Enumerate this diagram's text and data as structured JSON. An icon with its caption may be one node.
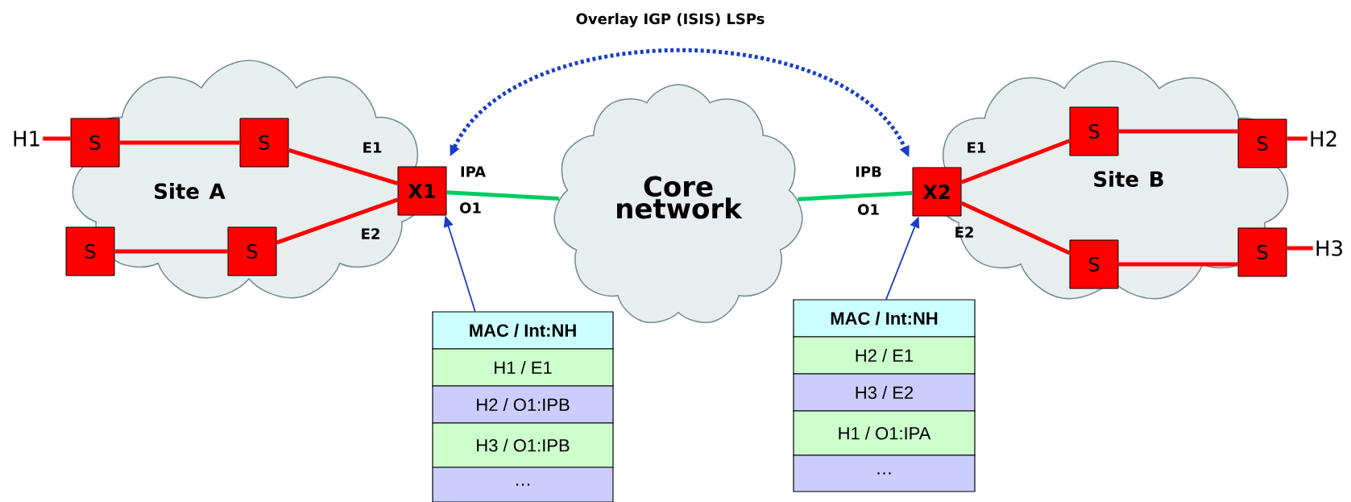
{
  "diagram": {
    "nodes": [
      {
        "text": [
          "Site A"
        ]
      },
      {
        "text": [
          "H1"
        ]
      },
      {
        "text": [
          "S"
        ],
        "in": 0
      },
      {
        "text": [
          "S"
        ],
        "in": 0
      },
      {
        "text": [
          "S"
        ],
        "in": 0
      },
      {
        "text": [
          "S"
        ],
        "in": 0
      },
      {
        "text": [
          "X1"
        ]
      },
      {
        "text": [
          "Core network"
        ]
      },
      {
        "text": [
          "X2"
        ]
      },
      {
        "text": [
          "Site B"
        ]
      },
      {
        "text": [
          "S"
        ],
        "in": 9
      },
      {
        "text": [
          "S"
        ],
        "in": 9
      },
      {
        "text": [
          "S"
        ],
        "in": 9
      },
      {
        "text": [
          "S"
        ],
        "in": 9
      },
      {
        "text": [
          "H2"
        ]
      },
      {
        "text": [
          "H3"
        ]
      },
      {
        "text": [
          "MAC / Int:NH",
          "H1 / E1",
          "H2 / O1:IPB",
          "H3 / O1:IPB",
          "…"
        ]
      },
      {
        "text": [
          "MAC / Int:NH",
          "H2 / E1",
          "H3 / E2",
          "H1 / O1:IPA",
          "…"
        ]
      }
    ],
    "edges": [
      {
        "from": 1,
        "to": 2,
        "arrow": "none"
      },
      {
        "from": 2,
        "to": 3,
        "arrow": "none"
      },
      {
        "from": 3,
        "to": 6,
        "arrow": "none"
      },
      {
        "from": 4,
        "to": 5,
        "arrow": "none"
      },
      {
        "from": 5,
        "to": 6,
        "arrow": "none"
      },
      {
        "from": 6,
        "to": 7,
        "arrow": "none",
        "color": "#00cc66"
      },
      {
        "from": 7,
        "to": 8,
        "arrow": "none",
        "color": "#00cc66"
      },
      {
        "from": 8,
        "to": 10,
        "arrow": "none"
      },
      {
        "from": 8,
        "to": 12,
        "arrow": "none"
      },
      {
        "from": 10,
        "to": 11,
        "arrow": "none"
      },
      {
        "from": 12,
        "to": 13,
        "arrow": "none"
      },
      {
        "from": 11,
        "to": 14,
        "arrow": "none"
      },
      {
        "from": 13,
        "to": 15,
        "arrow": "none"
      },
      {
        "from": 6,
        "to": 8,
        "arrow": "both",
        "style": "dashed",
        "color": "#1a3fc4",
        "label": "Overlay IGP (ISIS) LSPs"
      },
      {
        "from": 16,
        "to": 6,
        "arrow": "to",
        "color": "#1a3fc4"
      },
      {
        "from": 17,
        "to": 8,
        "arrow": "to",
        "color": "#1a3fc4"
      }
    ],
    "labels": [
      "E1",
      "E2",
      "IPA",
      "O1",
      "IPB",
      "O1",
      "E1",
      "E2"
    ]
  }
}
